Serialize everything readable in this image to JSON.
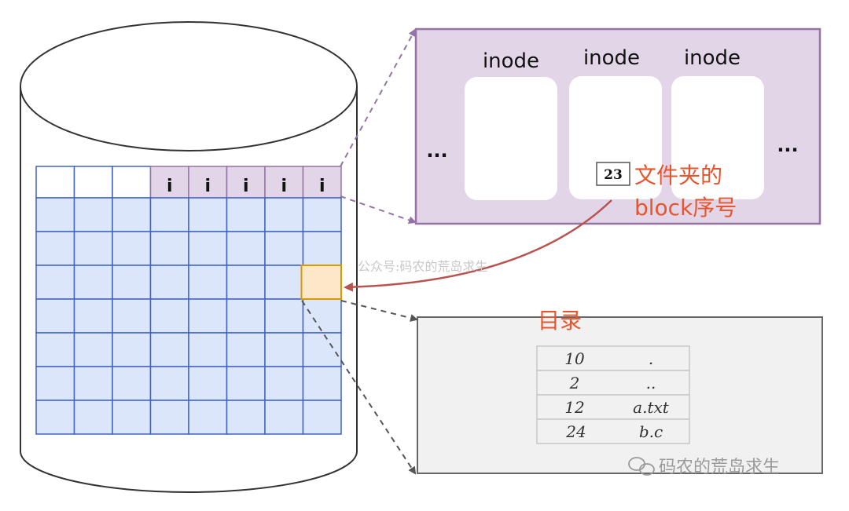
{
  "inode_panel": {
    "labels": [
      "inode",
      "inode",
      "inode"
    ],
    "ellipsis_left": "...",
    "ellipsis_right": "...",
    "block_number": "23"
  },
  "inode_row": {
    "marks": [
      "i",
      "i",
      "i",
      "i",
      "i"
    ]
  },
  "annotation": {
    "line1": "文件夹的",
    "line2": "block序号"
  },
  "directory": {
    "title": "目录",
    "entries": [
      {
        "inode": "10",
        "name": "."
      },
      {
        "inode": "2",
        "name": ".."
      },
      {
        "inode": "12",
        "name": "a.txt"
      },
      {
        "inode": "24",
        "name": "b.c"
      }
    ]
  },
  "watermark": {
    "center": "公众号:码农的荒岛求生",
    "wechat": "码农的荒岛求生"
  },
  "colors": {
    "grid_fill": "#dce6fa",
    "grid_stroke": "#3f62c9",
    "inode_fill": "#e1d5e7",
    "inode_stroke": "#9673a6",
    "highlight_fill": "#fde7c9",
    "highlight_stroke": "#d79b00",
    "annotation": "#e8542b",
    "curve_arrow": "#b85450"
  }
}
